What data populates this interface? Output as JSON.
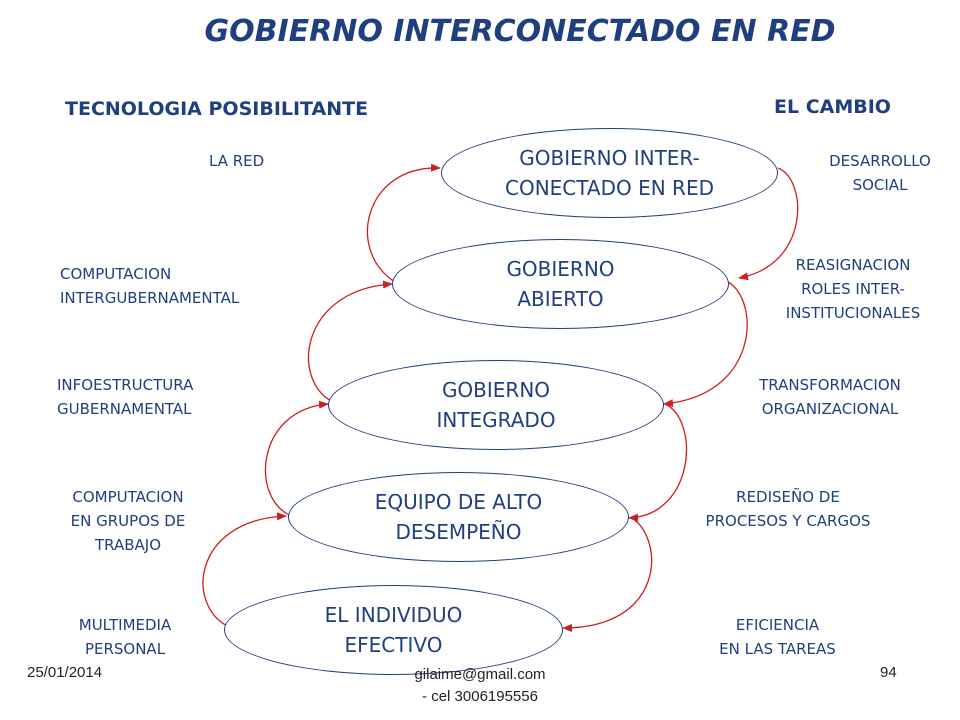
{
  "title": "GOBIERNO INTERCONECTADO EN RED",
  "left_header": "TECNOLOGIA POSIBILITANTE",
  "right_header": "EL CAMBIO",
  "nodes": [
    {
      "line1": "GOBIERNO INTER-",
      "line2": "CONECTADO EN RED"
    },
    {
      "line1": "GOBIERNO",
      "line2": "ABIERTO"
    },
    {
      "line1": "GOBIERNO",
      "line2": "INTEGRADO"
    },
    {
      "line1": "EQUIPO DE ALTO",
      "line2": "DESEMPEÑO"
    },
    {
      "line1": "EL INDIVIDUO",
      "line2": "EFECTIVO"
    }
  ],
  "left_labels": [
    {
      "lines": [
        "LA RED"
      ]
    },
    {
      "lines": [
        "COMPUTACION",
        "INTERGUBERNAMENTAL"
      ]
    },
    {
      "lines": [
        "INFOESTRUCTURA",
        "GUBERNAMENTAL"
      ]
    },
    {
      "lines": [
        "COMPUTACION",
        "EN GRUPOS DE",
        "TRABAJO"
      ]
    },
    {
      "lines": [
        "MULTIMEDIA",
        "PERSONAL"
      ]
    }
  ],
  "right_labels": [
    {
      "lines": [
        "DESARROLLO",
        "SOCIAL"
      ]
    },
    {
      "lines": [
        "REASIGNACION",
        "ROLES INTER-",
        "INSTITUCIONALES"
      ]
    },
    {
      "lines": [
        "TRANSFORMACION",
        "ORGANIZACIONAL"
      ]
    },
    {
      "lines": [
        "REDISEÑO DE",
        "PROCESOS Y CARGOS"
      ]
    },
    {
      "lines": [
        "EFICIENCIA",
        "EN LAS TAREAS"
      ]
    }
  ],
  "footer": {
    "date": "25/01/2014",
    "contact_line1": "gilaime@gmail.com",
    "contact_line2": "- cel 3006195556",
    "page_number": "94"
  },
  "colors": {
    "text": "#1f3f7f",
    "arrow": "#cc1f1f",
    "node_border": "#1f3f7f"
  }
}
